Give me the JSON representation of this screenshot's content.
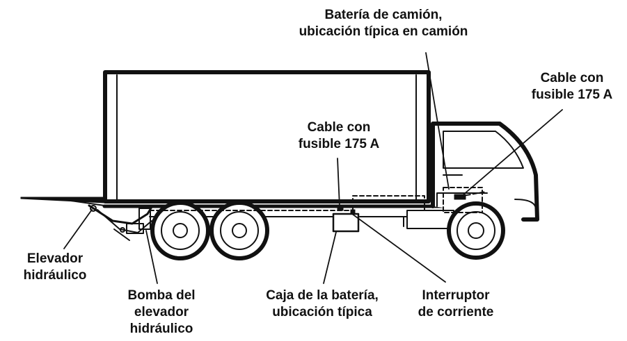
{
  "labels": {
    "truck_battery": [
      "Batería de camión,",
      "ubicación típica en camión"
    ],
    "fused_cable_cab": [
      "Cable con",
      "fusible 175 A"
    ],
    "fused_cable_box": [
      "Cable con",
      "fusible 175 A"
    ],
    "hydraulic_lift": [
      "Elevador",
      "hidráulico"
    ],
    "lift_pump": [
      "Bomba del",
      "elevador",
      "hidráulico"
    ],
    "battery_box": [
      "Caja de la batería,",
      "ubicación típica"
    ],
    "power_switch": [
      "Interruptor",
      "de corriente"
    ]
  },
  "colors": {
    "ink": "#111111",
    "background": "#ffffff"
  }
}
